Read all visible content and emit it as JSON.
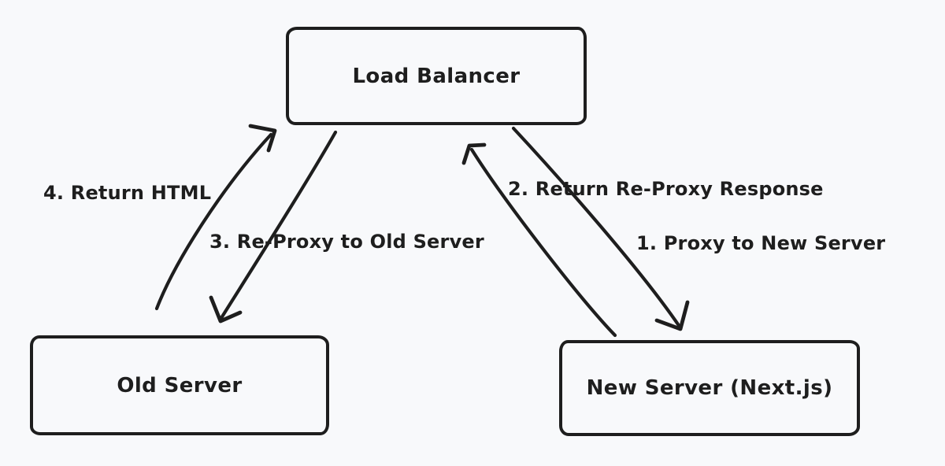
{
  "canvas": {
    "background_color": "#f8f9fb",
    "ink_color": "#1e1e1e"
  },
  "nodes": {
    "load_balancer": {
      "label": "Load Balancer"
    },
    "old_server": {
      "label": "Old Server"
    },
    "new_server": {
      "label": "New Server (Next.js)"
    }
  },
  "edges": {
    "proxy_to_new": {
      "label": "1. Proxy to New Server",
      "from": "Load Balancer",
      "to": "New Server (Next.js)"
    },
    "return_reproxy_response": {
      "label": "2. Return Re-Proxy Response",
      "from": "New Server (Next.js)",
      "to": "Load Balancer"
    },
    "reproxy_to_old": {
      "label": "3. Re-Proxy to Old Server",
      "from": "Load Balancer",
      "to": "Old Server"
    },
    "return_html": {
      "label": "4. Return HTML",
      "from": "Old Server",
      "to": "Load Balancer"
    }
  }
}
